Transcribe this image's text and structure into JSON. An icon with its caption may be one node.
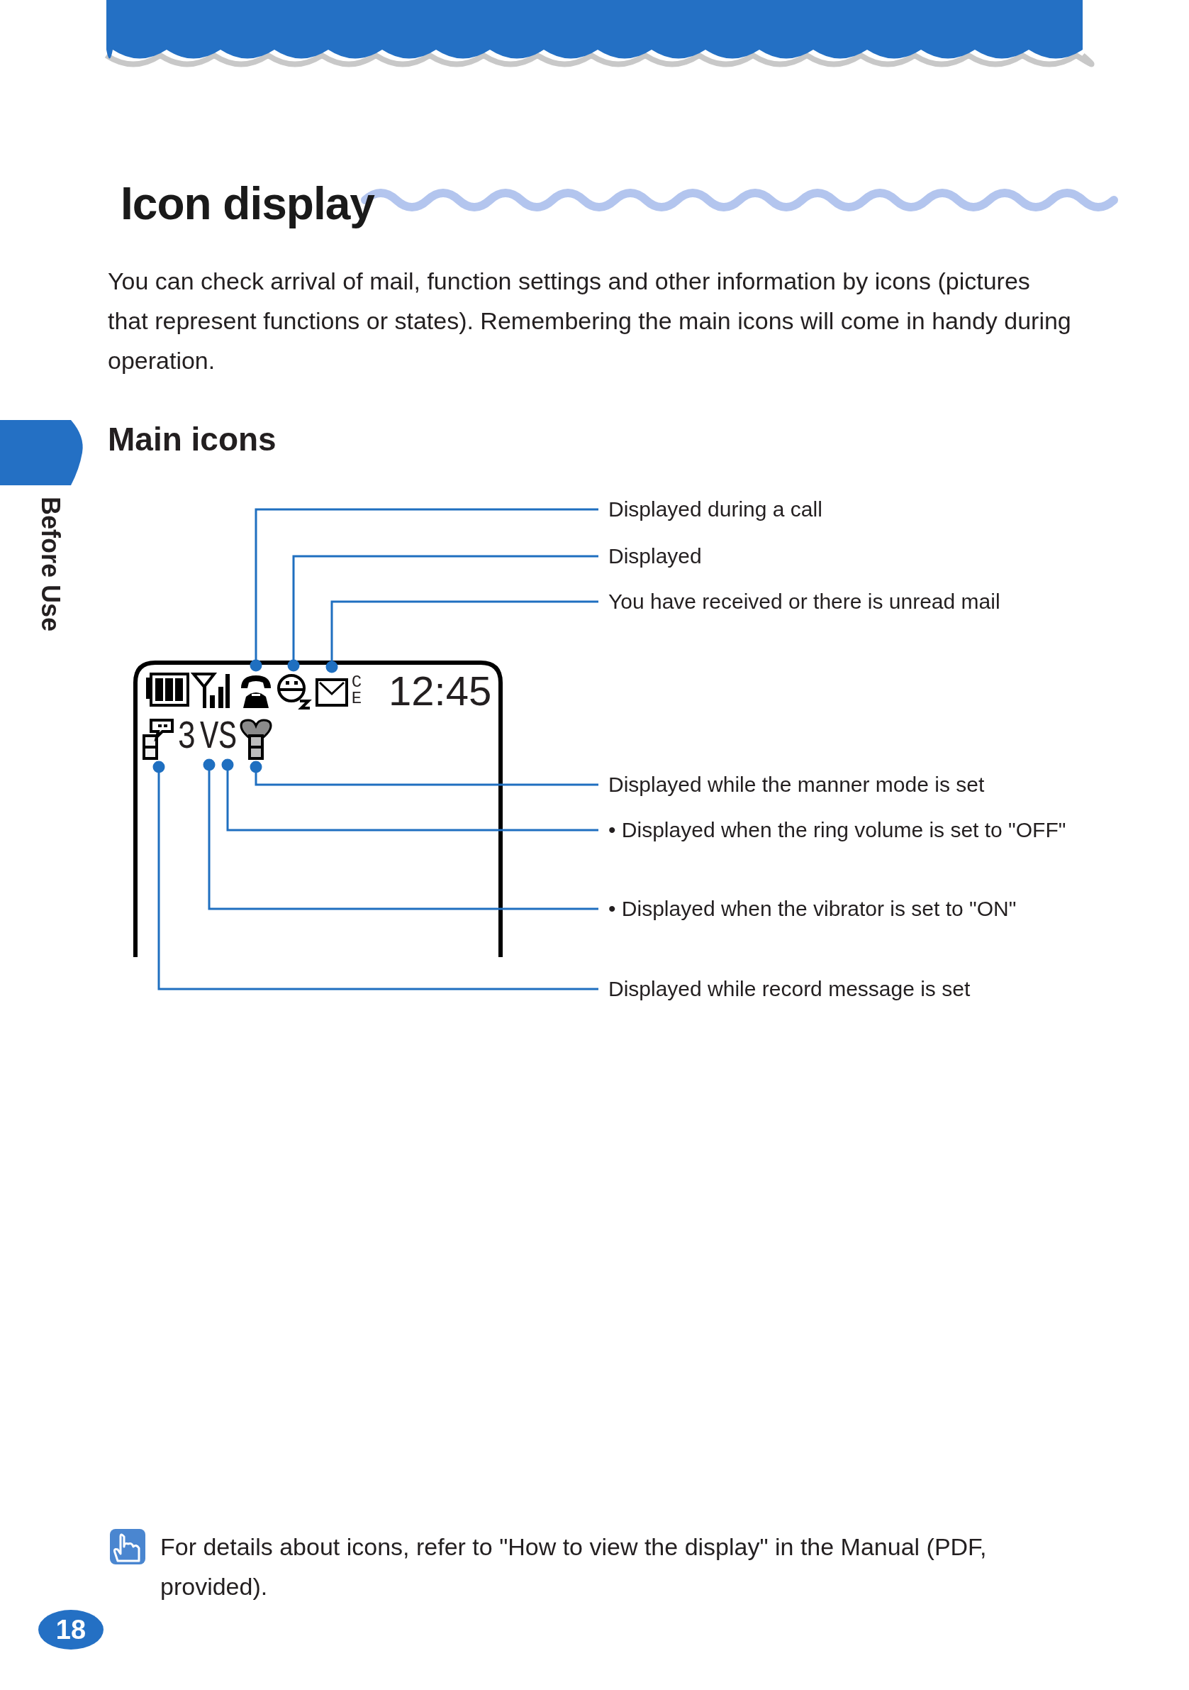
{
  "diagram": {
    "title": "Icon display",
    "nodes": [
      {
        "text": [
          "Displayed during a call"
        ]
      },
      {
        "text": [
          "Displayed"
        ]
      },
      {
        "text": [
          "You have received or there is unread mail"
        ]
      },
      {
        "text": [],
        "shape": "icon"
      },
      {
        "text": [],
        "shape": "icon"
      },
      {
        "text": [],
        "shape": "icon"
      },
      {
        "text": [],
        "shape": "icon"
      },
      {
        "text": [
          "V"
        ]
      },
      {
        "text": [
          "S"
        ]
      },
      {
        "text": [],
        "shape": "icon"
      },
      {
        "text": [
          "Displayed while the manner mode is set"
        ]
      },
      {
        "text": [
          "• Displayed when the ring volume is set to \"OFF\""
        ]
      },
      {
        "text": [
          "• Displayed when the vibrator is set to \"ON\""
        ]
      },
      {
        "text": [
          "Displayed while record message is set"
        ]
      },
      {
        "text": [],
        "shape": "tab",
        "beside": [
          "Before Use"
        ]
      }
    ],
    "edges": [
      {
        "from": 0,
        "to": 3,
        "arrow": "other"
      },
      {
        "from": 1,
        "to": 4,
        "arrow": "other"
      },
      {
        "from": 2,
        "to": 5,
        "arrow": "other"
      },
      {
        "from": 10,
        "to": 9,
        "arrow": "other"
      },
      {
        "from": 11,
        "to": 8,
        "arrow": "other"
      },
      {
        "from": 12,
        "to": 7,
        "arrow": "other"
      },
      {
        "from": 13,
        "to": 6,
        "arrow": "other"
      }
    ],
    "labels": [
      "You can check arrival of mail, function settings and other information by icons (pictures that represent functions or states). Remembering the main icons will come in handy during operation.",
      "Main icons",
      "C E",
      "12:45",
      "3",
      "For details about icons, refer to \"How to view the display\" in the Manual (PDF, provided).",
      "18"
    ]
  }
}
